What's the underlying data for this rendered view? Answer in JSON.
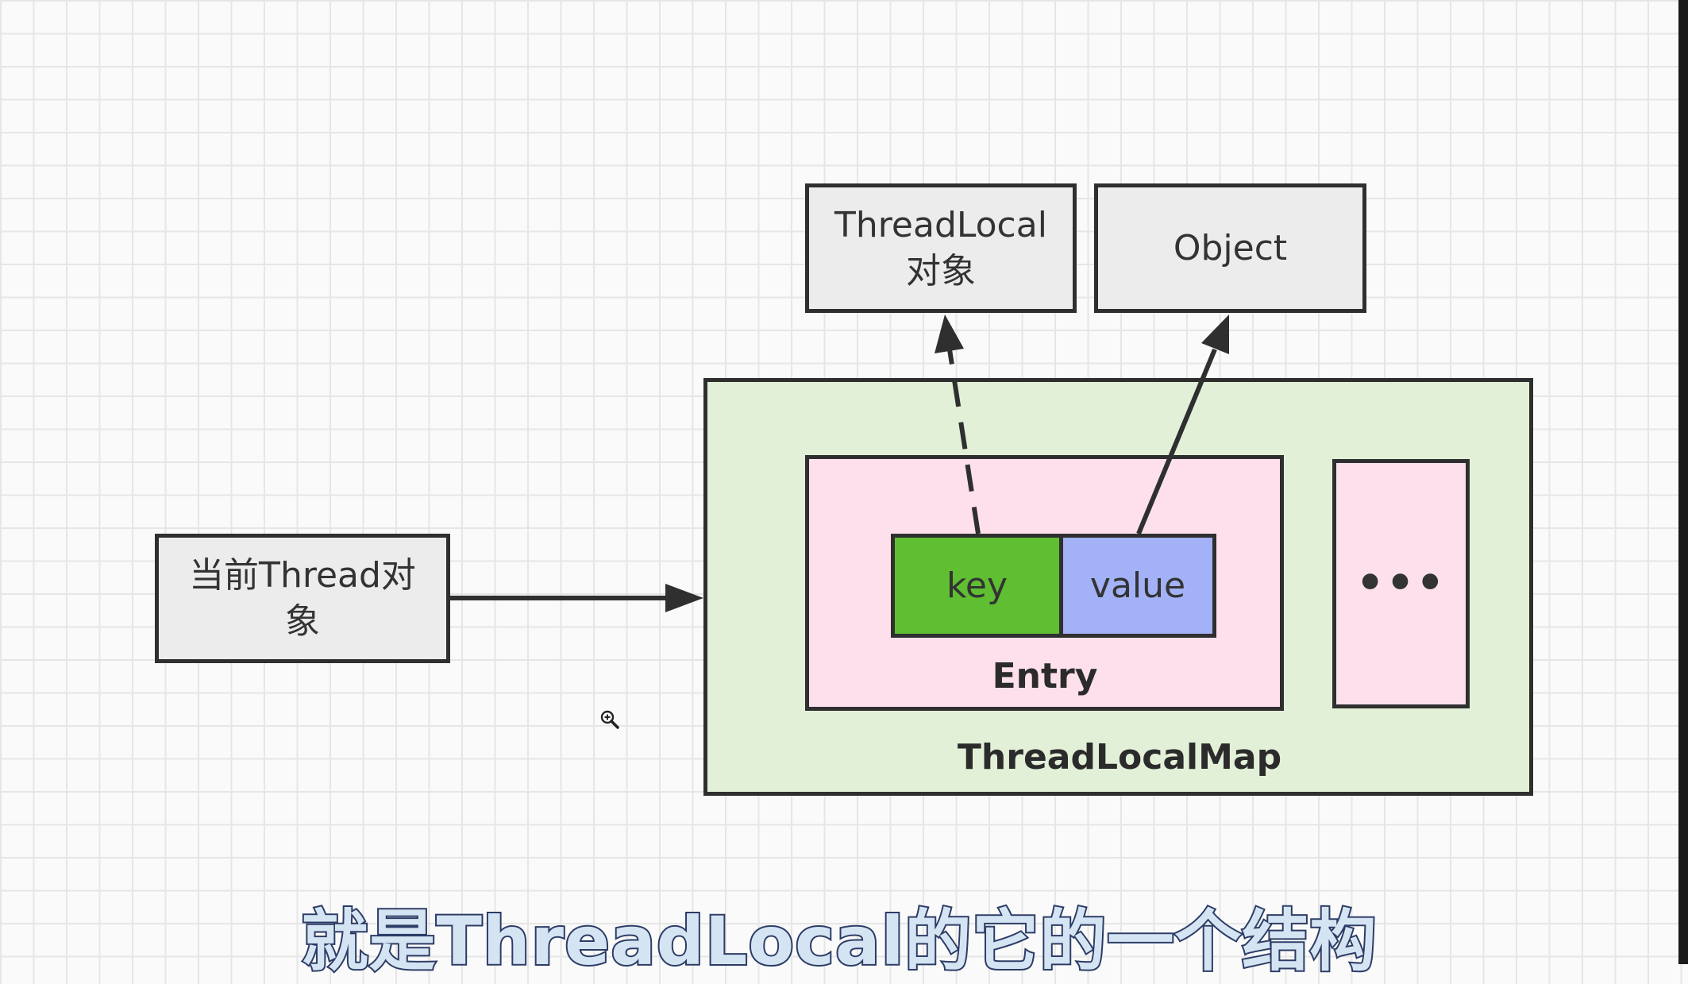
{
  "diagram": {
    "thread_object": "当前Thread对\n象",
    "threadlocal_object": "ThreadLocal\n对象",
    "object": "Object",
    "map_label": "ThreadLocalMap",
    "entry_label": "Entry",
    "key_label": "key",
    "value_label": "value",
    "more_entries": "•••"
  },
  "subtitle": "就是ThreadLocal的它的一个结构",
  "colors": {
    "map_fill": "#e2f0d8",
    "entry_fill": "#fde0ec",
    "key_fill": "#5fbe32",
    "value_fill": "#a3b2f7",
    "object_fill": "#ececec"
  },
  "icons": [
    "zoom-in-cursor-icon"
  ]
}
